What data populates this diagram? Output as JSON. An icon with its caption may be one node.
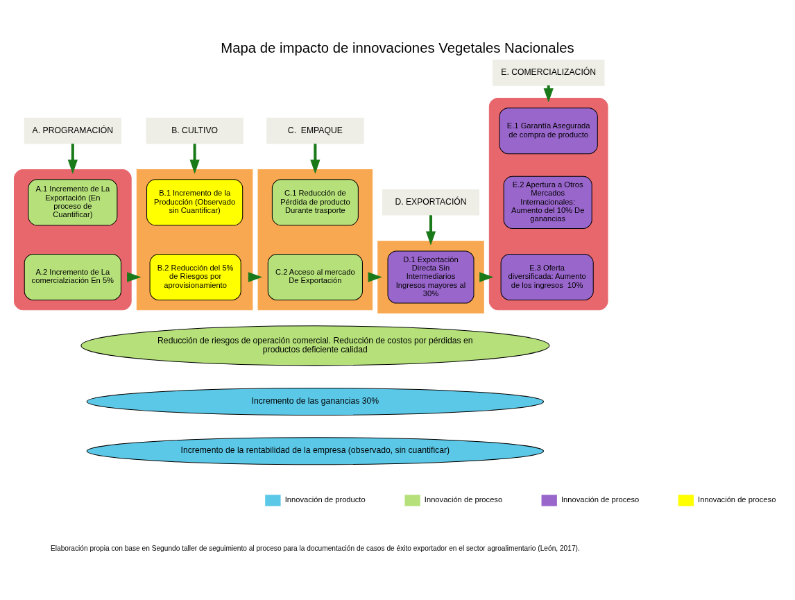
{
  "diagram": {
    "title": "Mapa de impacto de innovaciones Vegetales Nacionales",
    "caption": "Elaboración propia con base en Segundo taller de seguimiento al proceso para la documentación de casos de éxito exportador en el sector agroalimentario (León, 2017).",
    "nodes": [
      {
        "text": [
          "A. PROGRAMACIÓN"
        ]
      },
      {
        "text": [
          "B. CULTIVO"
        ]
      },
      {
        "text": [
          "C.  EMPAQUE"
        ]
      },
      {
        "text": [
          "D. EXPORTACIÓN"
        ]
      },
      {
        "text": [
          "E. COMERCIALIZACIÓN"
        ]
      },
      {
        "text": [],
        "shape": "pill"
      },
      {
        "text": [
          "A.1 Incremento de La Exportación (En proceso de Cuantificar)"
        ],
        "in": 5
      },
      {
        "text": [
          "A.2 Incremento de La comercialziación En 5%"
        ],
        "in": 5
      },
      {
        "text": [],
        "shape": "box"
      },
      {
        "text": [
          "B.1 Incremento de la Producción (Observado sin Cuantificar)"
        ],
        "in": 8
      },
      {
        "text": [
          "B.2 Reducción del 5% de Riesgos por aprovisionamiento"
        ],
        "in": 8
      },
      {
        "text": [],
        "shape": "box"
      },
      {
        "text": [
          "C.1 Reducción de Pérdida de producto Durante trasporte"
        ],
        "in": 11
      },
      {
        "text": [
          "C.2 Acceso al mercado De Exportación"
        ],
        "in": 11
      },
      {
        "text": [],
        "shape": "box"
      },
      {
        "text": [
          "D.1 Exportación Directa Sin Intermediarios Ingresos mayores al 30%"
        ],
        "in": 14
      },
      {
        "text": [],
        "shape": "pill"
      },
      {
        "text": [
          "E.1 Garantía Asegurada de compra de producto"
        ],
        "in": 16
      },
      {
        "text": [
          "E.2 Apertura a Otros Mercados Internacionales: Aumento del 10% De ganancias"
        ],
        "in": 16
      },
      {
        "text": [
          "E.3 Oferta diversificada: Aumento de los ingresos  10%"
        ],
        "in": 16
      },
      {
        "text": [
          "Reducción de riesgos de operación comercial. Reducción de costos por pérdidas en productos deficiente calidad"
        ]
      },
      {
        "text": [
          "Incremento de las ganancias 30%"
        ]
      },
      {
        "text": [
          "Incremento de la rentabilidad de la empresa (observado, sin cuantificar)"
        ]
      }
    ],
    "edges": [
      {
        "from": 0,
        "to": 5,
        "arrow": "to"
      },
      {
        "from": 1,
        "to": 8,
        "arrow": "to"
      },
      {
        "from": 2,
        "to": 11,
        "arrow": "to"
      },
      {
        "from": 3,
        "to": 14,
        "arrow": "to"
      },
      {
        "from": 4,
        "to": 16,
        "arrow": "to"
      },
      {
        "from": 5,
        "to": 8,
        "arrow": "to"
      },
      {
        "from": 8,
        "to": 11,
        "arrow": "to"
      },
      {
        "from": 11,
        "to": 14,
        "arrow": "to"
      },
      {
        "from": 14,
        "to": 16,
        "arrow": "to"
      }
    ],
    "legend": [
      {
        "text": "Innovación de producto",
        "color": "#5bc8e8"
      },
      {
        "text": "Innovación de proceso",
        "color": "#b5e07a"
      },
      {
        "text": "Innovación de proceso",
        "color": "#9966cc"
      },
      {
        "text": "Innovación de proceso",
        "color": "#ffff00"
      }
    ]
  }
}
